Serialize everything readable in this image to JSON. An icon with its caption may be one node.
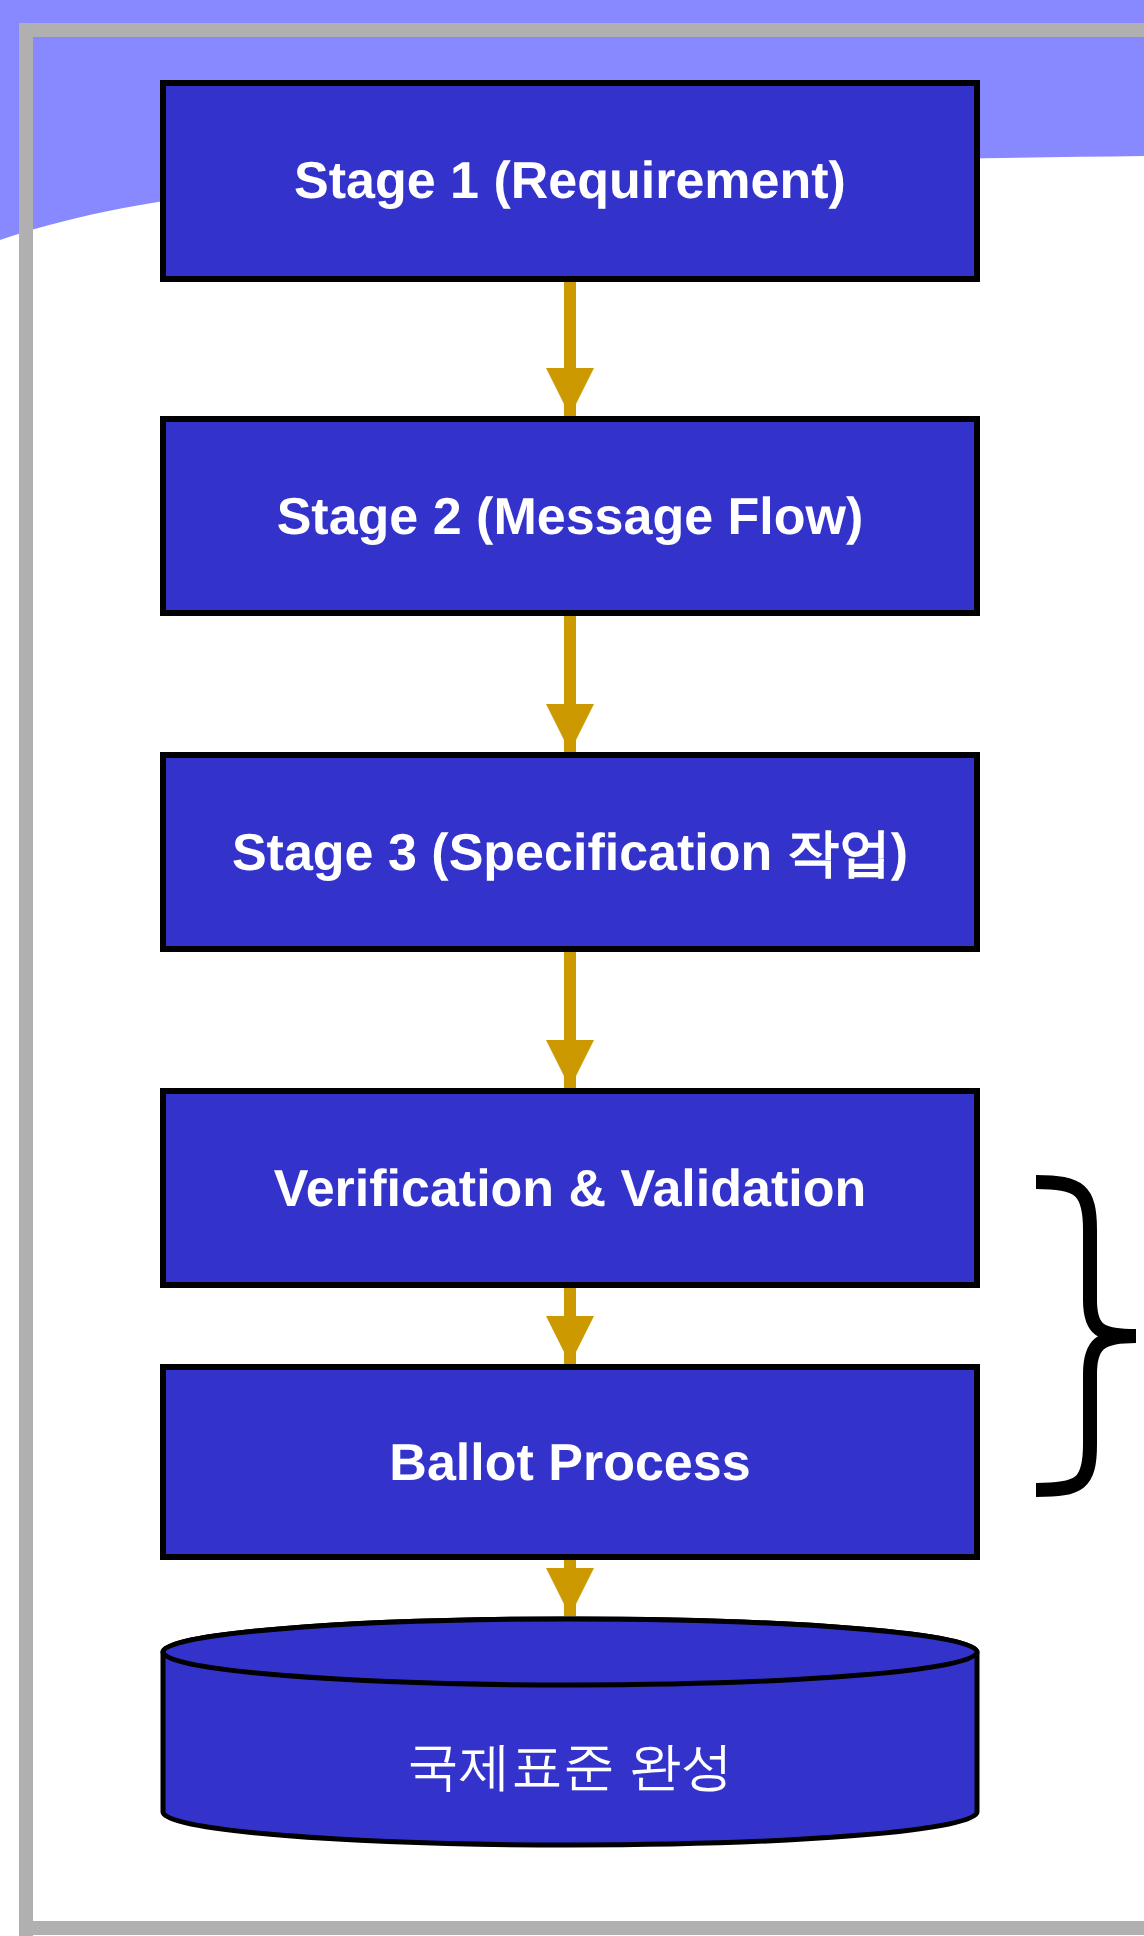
{
  "diagram": {
    "nodes": [
      {
        "text": [
          "Stage 1 (Requirement)"
        ]
      },
      {
        "text": [
          "Stage 2 (Message Flow)"
        ]
      },
      {
        "text": [
          "Stage 3 (Specification 작업)"
        ]
      },
      {
        "text": [
          "Verification & Validation"
        ]
      },
      {
        "text": [
          "Ballot Process"
        ]
      },
      {
        "text": [
          "국제표준 완성"
        ]
      }
    ],
    "edges": [
      {
        "from": 0,
        "to": 1,
        "arrow": "to"
      },
      {
        "from": 1,
        "to": 2,
        "arrow": "to"
      },
      {
        "from": 2,
        "to": 3,
        "arrow": "to"
      },
      {
        "from": 3,
        "to": 4,
        "arrow": "to"
      },
      {
        "from": 4,
        "to": 5,
        "arrow": "to"
      }
    ]
  }
}
